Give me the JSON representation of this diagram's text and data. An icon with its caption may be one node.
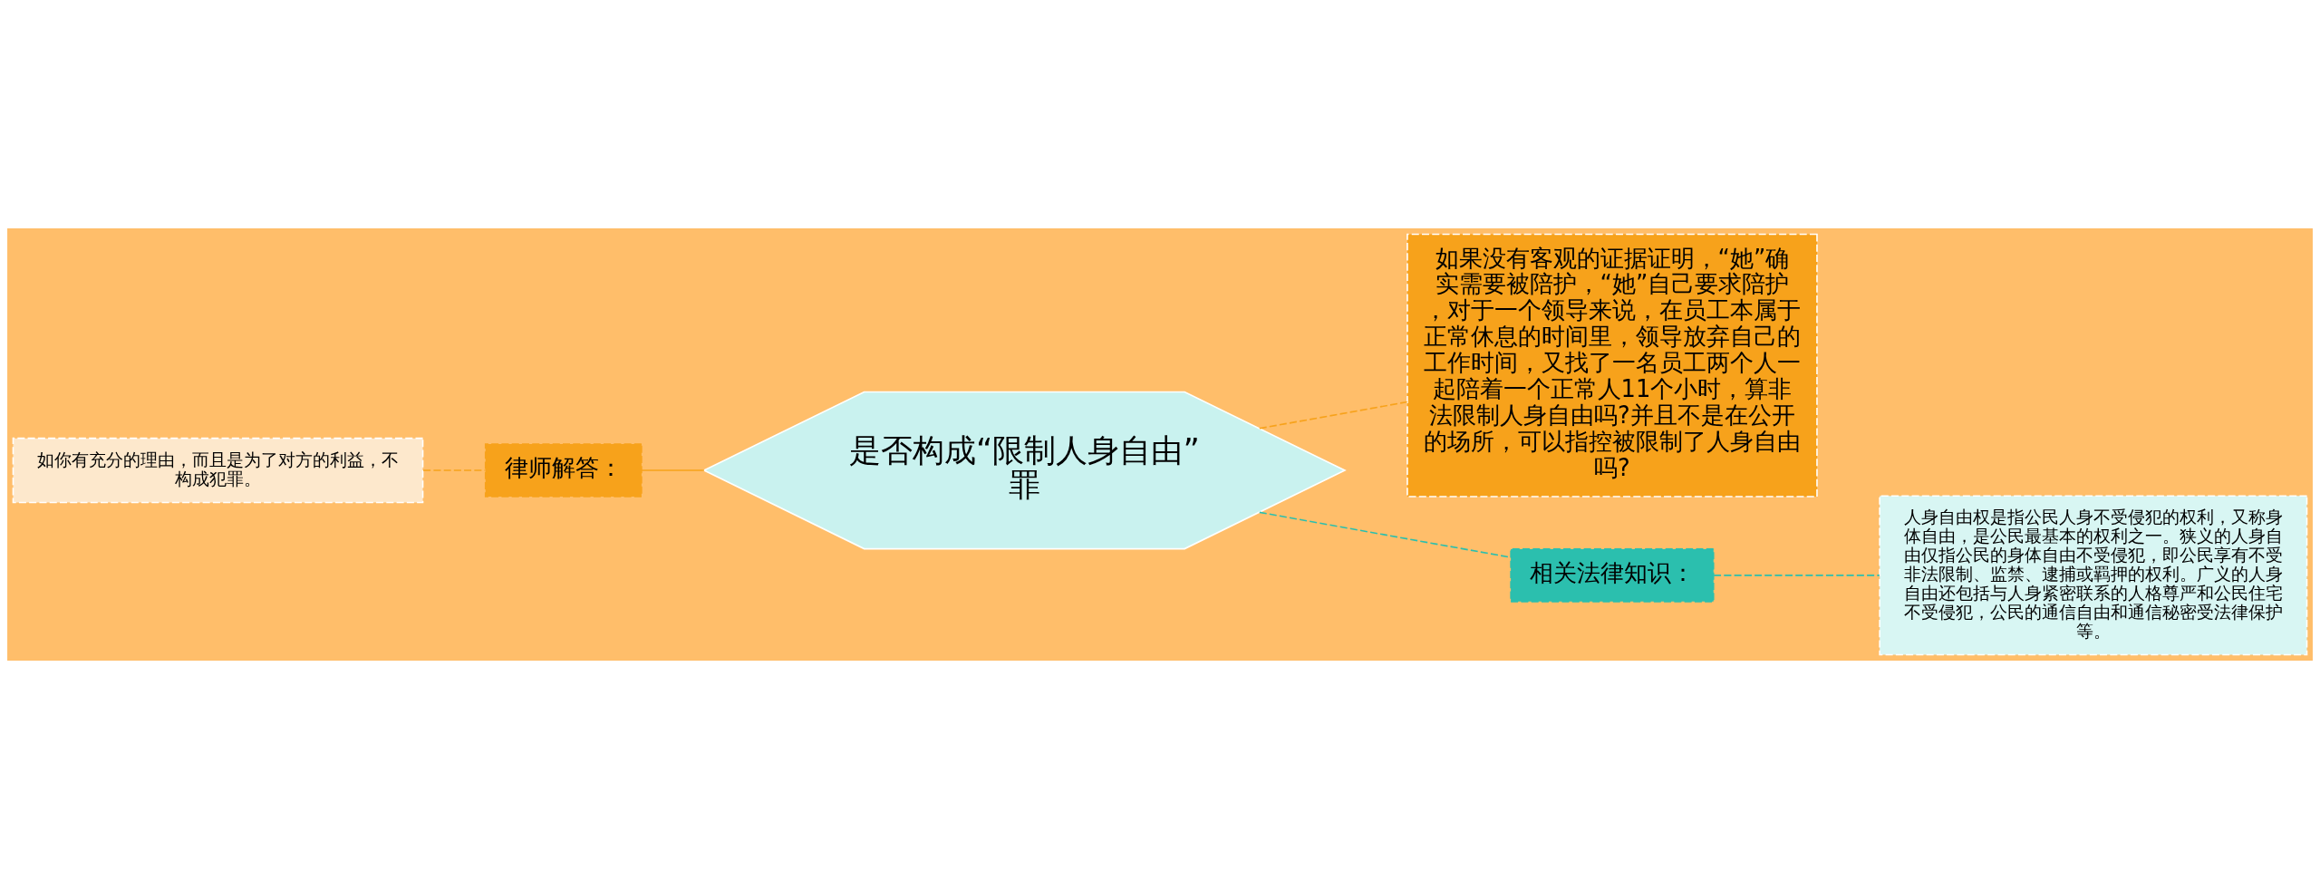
{
  "diagram": {
    "nodes": [
      {
        "text": [
          "是否构成“限制人身自由”罪"
        ]
      },
      {
        "text": [
          "律师解答："
        ]
      },
      {
        "text": [
          "如你有充分的理由，而且是为了对方的利益，不构成犯罪。"
        ]
      },
      {
        "text": [
          "如果没有客观的证据证明，“她”确实需要被陪护，“她”自己要求陪护，对于一个领导来说，在员工本属于正常休息的时间里，领导放弃自己的工作时间，又找了一名员工两个人一起陪着一个正常人11个小时，算非法限制人身自由吗?并且不是在公开的场所，可以指控被限制了人身自由吗?"
        ]
      },
      {
        "text": [
          "相关法律知识："
        ]
      },
      {
        "text": [
          "人身自由权是指公民人身不受侵犯的权利，又称身体自由，是公民最基本的权利之一。狭义的人身自由仅指公民的身体自由不受侵犯，即公民享有不受非法限制、监禁、逮捕或羁押的权利。广义的人身自由还包括与人身紧密联系的人格尊严和公民住宅不受侵犯，公民的通信自由和通信秘密受法律保护等。"
        ]
      }
    ],
    "edges": [
      {
        "from": 0,
        "to": 1,
        "arrow": "none"
      },
      {
        "from": 1,
        "to": 2,
        "arrow": "none",
        "style": "dashed"
      },
      {
        "from": 0,
        "to": 3,
        "arrow": "none",
        "style": "dashed"
      },
      {
        "from": 0,
        "to": 4,
        "arrow": "none",
        "style": "dashed",
        "color": "#2bbfae"
      },
      {
        "from": 4,
        "to": 5,
        "arrow": "none",
        "style": "dashed",
        "color": "#2bbfae"
      }
    ]
  }
}
